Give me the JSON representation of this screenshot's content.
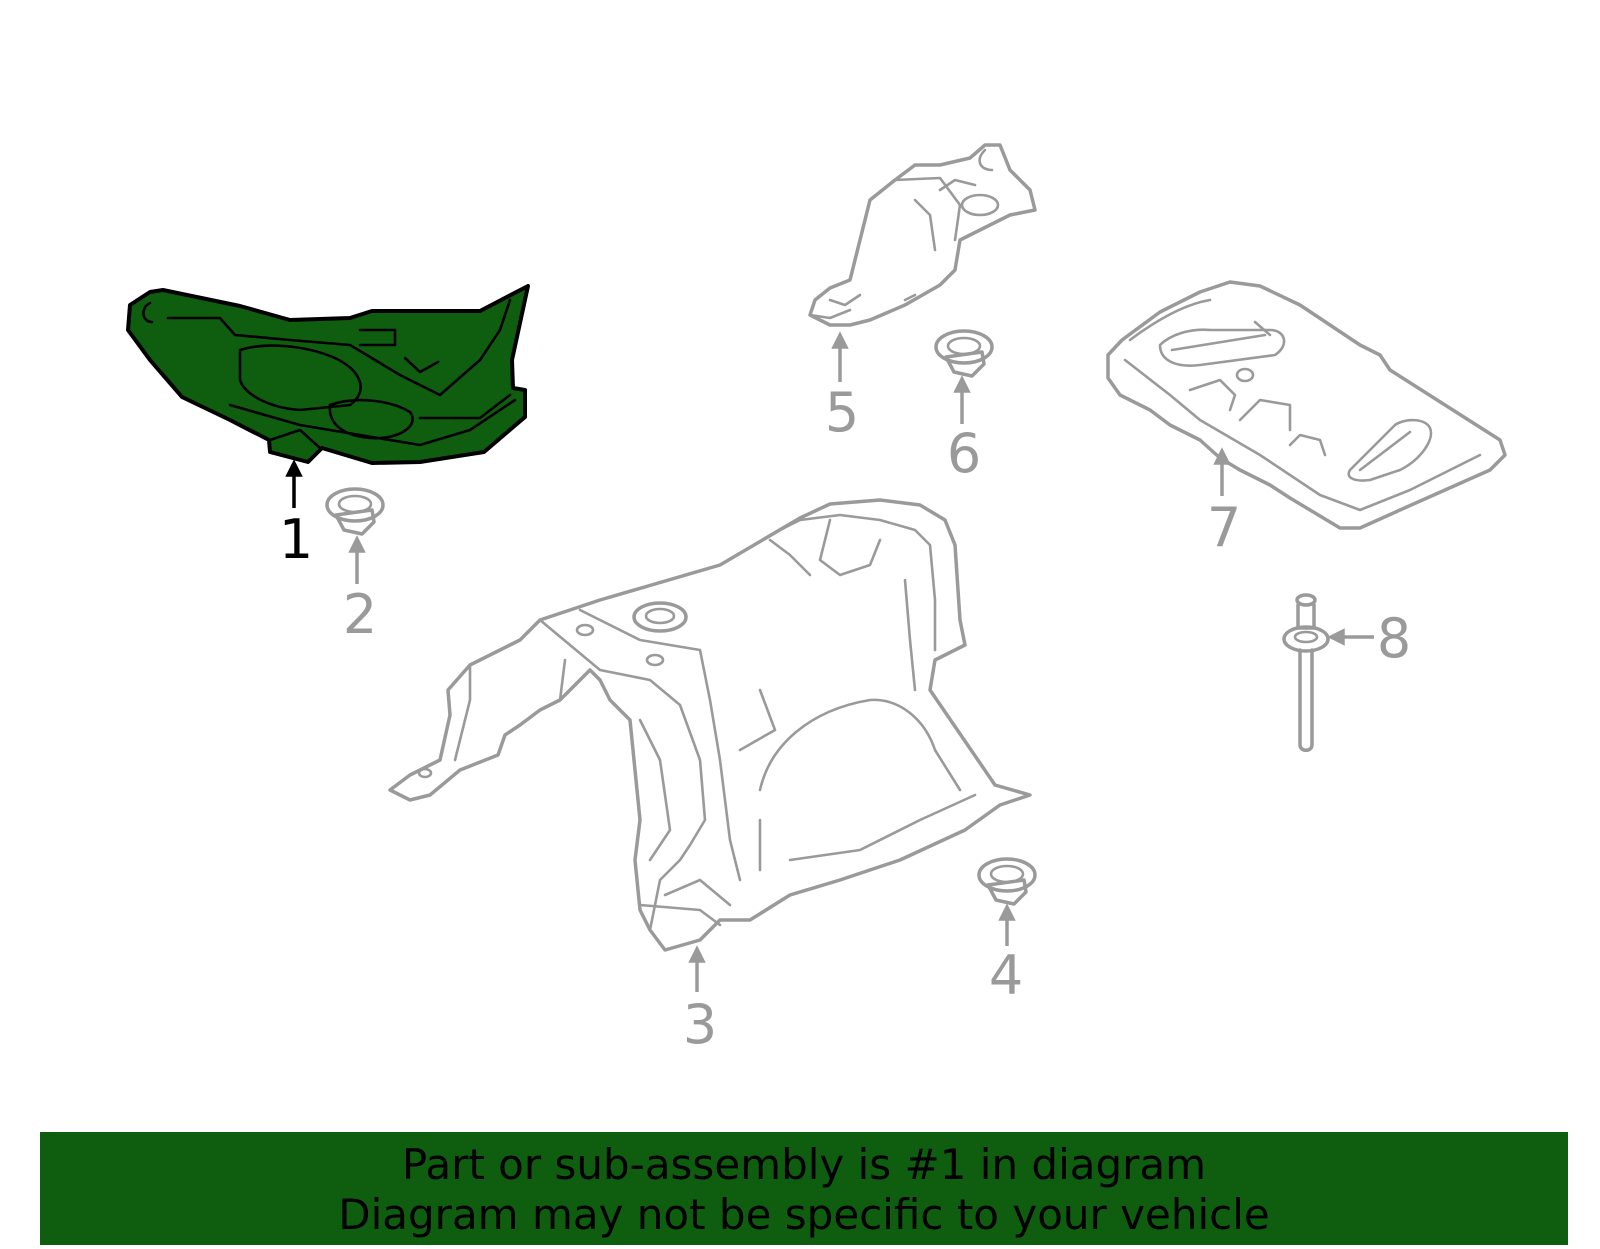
{
  "colors": {
    "highlight_fill": "#0f5e0f",
    "highlight_stroke": "#000000",
    "part_stroke": "#9a9a9a",
    "banner_background": "#0f5e0f",
    "banner_text": "#000000",
    "background": "#ffffff"
  },
  "highlighted_part": "1",
  "callouts": [
    {
      "id": "1",
      "label": "1",
      "highlighted": true
    },
    {
      "id": "2",
      "label": "2",
      "highlighted": false
    },
    {
      "id": "3",
      "label": "3",
      "highlighted": false
    },
    {
      "id": "4",
      "label": "4",
      "highlighted": false
    },
    {
      "id": "5",
      "label": "5",
      "highlighted": false
    },
    {
      "id": "6",
      "label": "6",
      "highlighted": false
    },
    {
      "id": "7",
      "label": "7",
      "highlighted": false
    },
    {
      "id": "8",
      "label": "8",
      "highlighted": false
    }
  ],
  "banner": {
    "line1": "Part or sub-assembly is #1 in diagram",
    "line2": "Diagram may not be specific to your vehicle"
  }
}
